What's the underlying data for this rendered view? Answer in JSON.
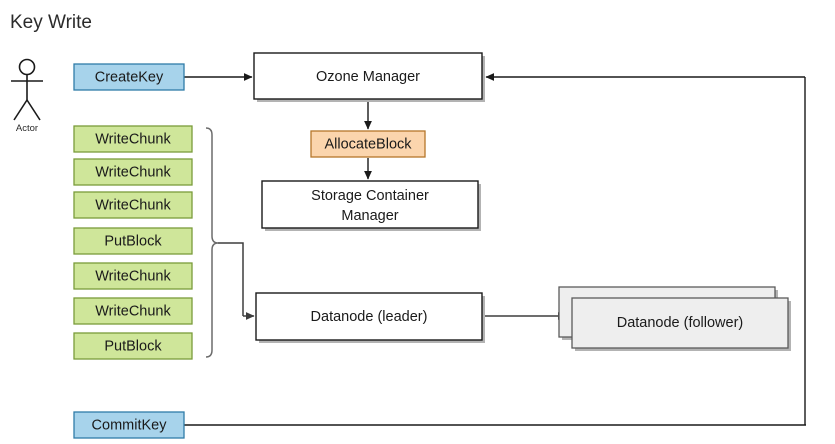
{
  "diagram": {
    "title": "Key Write",
    "actor": {
      "label": "Actor",
      "icon": "actor-stick-figure-icon"
    },
    "colors": {
      "request_blue_fill": "#a7d3eb",
      "request_blue_stroke": "#2f7ca8",
      "chunk_green_fill": "#cfe69a",
      "chunk_green_stroke": "#7a9c3a",
      "allocate_orange_fill": "#fbd5ad",
      "allocate_orange_stroke": "#b5762a",
      "node_white_fill": "#ffffff",
      "node_white_stroke": "#1a1a1a",
      "follower_gray_fill": "#eeeeee",
      "follower_gray_stroke": "#5a5a5a",
      "edge_stroke": "#1a1a1a",
      "brace_stroke": "#666666",
      "title_text": "#2b2b2b"
    },
    "client_calls": [
      {
        "id": "createkey",
        "label": "CreateKey",
        "style": "blue"
      },
      {
        "id": "commitkey",
        "label": "CommitKey",
        "style": "blue"
      }
    ],
    "datanode_ops": [
      {
        "id": "op1",
        "label": "WriteChunk"
      },
      {
        "id": "op2",
        "label": "WriteChunk"
      },
      {
        "id": "op3",
        "label": "WriteChunk"
      },
      {
        "id": "op4",
        "label": "PutBlock"
      },
      {
        "id": "op5",
        "label": "WriteChunk"
      },
      {
        "id": "op6",
        "label": "WriteChunk"
      },
      {
        "id": "op7",
        "label": "PutBlock"
      }
    ],
    "services": {
      "ozone_manager": "Ozone Manager",
      "allocate_block": "AllocateBlock",
      "storage_container_manager_line1": "Storage Container",
      "storage_container_manager_line2": "Manager",
      "datanode_leader": "Datanode (leader)",
      "datanode_follower": "Datanode (follower)"
    }
  }
}
